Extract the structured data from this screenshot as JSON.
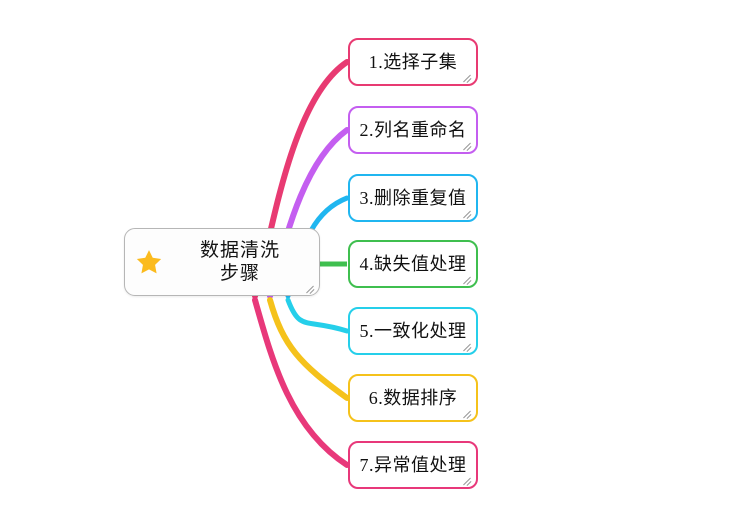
{
  "diagram": {
    "type": "mindmap",
    "background_color": "#ffffff",
    "canvas_name": "mindmap-canvas"
  },
  "center": {
    "icon": "star-icon",
    "icon_color": "#FBBB1E",
    "line1": "数据清洗",
    "line2": "步骤",
    "border_color": "#b6b6b6",
    "background_color": "#fdfdfd"
  },
  "branches": [
    {
      "index": "1",
      "label": "1.选择子集",
      "color": "#E83A72",
      "connector": "curve-up-far"
    },
    {
      "index": "2",
      "label": "2.列名重命名",
      "color": "#C45EF0",
      "connector": "curve-up-mid"
    },
    {
      "index": "3",
      "label": "3.删除重复值",
      "color": "#20B6F0",
      "connector": "curve-up-near"
    },
    {
      "index": "4",
      "label": "4.缺失值处理",
      "color": "#3FBF4F",
      "connector": "straight"
    },
    {
      "index": "5",
      "label": "5.一致化处理",
      "color": "#25CFEA",
      "connector": "curve-down-near"
    },
    {
      "index": "6",
      "label": "6.数据排序",
      "color": "#F5C21B",
      "connector": "curve-down-mid"
    },
    {
      "index": "7",
      "label": "7.异常值处理",
      "color": "#E8387A",
      "connector": "curve-down-far"
    }
  ]
}
